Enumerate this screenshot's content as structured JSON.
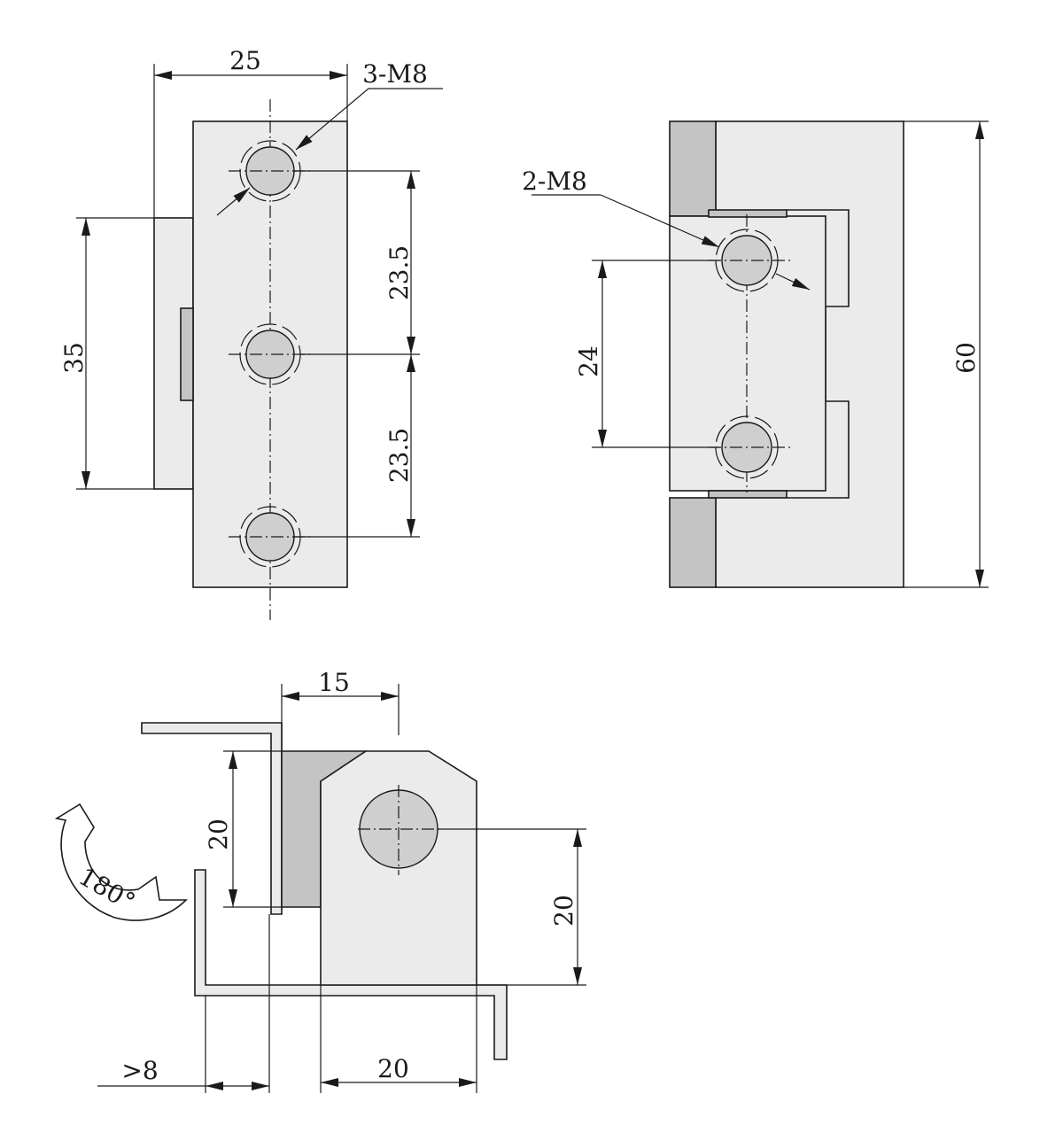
{
  "front_view": {
    "width_label": "25",
    "height_label": "35",
    "pitch_upper_label": "23.5",
    "pitch_lower_label": "23.5",
    "holes_label": "3-M8"
  },
  "side_view": {
    "height_label": "60",
    "pitch_label": "24",
    "holes_label": "2-M8"
  },
  "bottom_view": {
    "offset_top_label": "15",
    "leaf_height_label": "20",
    "hole_height_label": "20",
    "gap_label": ">8",
    "base_width_label": "20",
    "rotation_label": "180°"
  }
}
